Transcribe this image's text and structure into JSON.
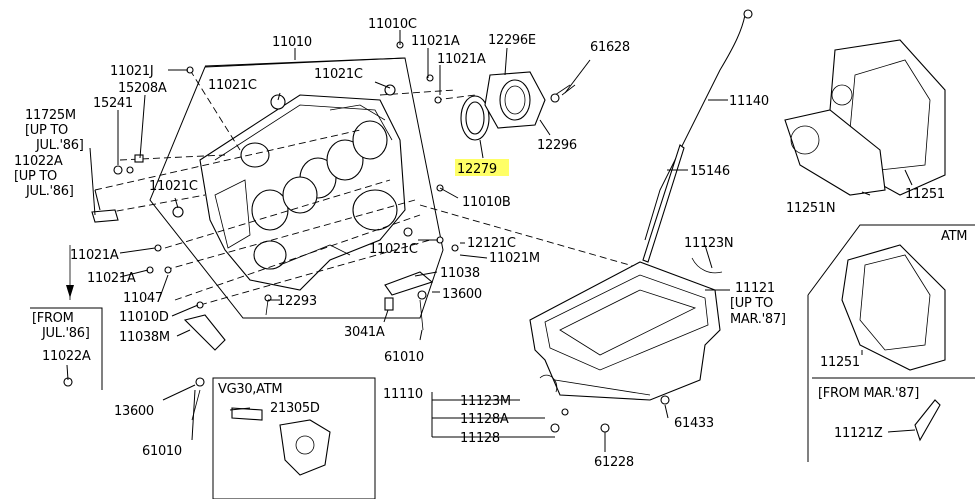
{
  "labels": {
    "p11010": "11010",
    "p11010C": "11010C",
    "p11021A_1": "11021A",
    "p11021A_2": "11021A",
    "p11021J": "11021J",
    "p15208A": "15208A",
    "p11021C_1": "11021C",
    "p11021C_2": "11021C",
    "p11021C_3": "11021C",
    "p11021C_4": "11021C",
    "p11725M": "11725M",
    "p_upto_1": "[UP TO",
    "p_jul86_1": "JUL.'86]",
    "p15241": "15241",
    "p11022A_1": "11022A",
    "p_upto_2": "[UP TO",
    "p_jul86_2": "JUL.'86]",
    "p11021A_3": "11021A",
    "p11021A_4": "11021A",
    "p11047": "11047",
    "p11010D": "11010D",
    "p11038M": "11038M",
    "p_from_jul86": "[FROM",
    "p_from_jul86_b": "JUL.'86]",
    "p11022A_2": "11022A",
    "p12293": "12293",
    "p13600_1": "13600",
    "p61010_1": "61010",
    "p_vg30": "VG30,ATM",
    "p21305D": "21305D",
    "p3041A": "3041A",
    "p61010_2": "61010",
    "p13600_2": "13600",
    "p11038": "11038",
    "p11021M": "11021M",
    "p12121C": "12121C",
    "p11010B": "11010B",
    "p12296E": "12296E",
    "p12296": "12296",
    "p12279": "12279",
    "p61628": "61628",
    "p11140": "11140",
    "p15146": "15146",
    "p11123N": "11123N",
    "p11121": "11121",
    "p_upto_3": "[UP TO",
    "p_mar87": "MAR.'87]",
    "p11110": "11110",
    "p11123M": "11123M",
    "p11128A": "11128A",
    "p11128": "11128",
    "p61433": "61433",
    "p61228": "61228",
    "p11251": "11251",
    "p11251N": "11251N",
    "p_atm": "ATM",
    "p11251_2": "11251",
    "p_from_mar87": "[FROM MAR.'87]",
    "p11121Z": "11121Z"
  },
  "colors": {
    "highlight": "#ffff66",
    "line": "#000000"
  }
}
